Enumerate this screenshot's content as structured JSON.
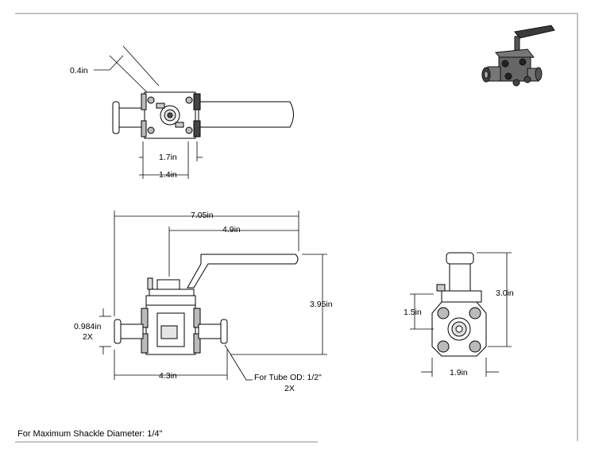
{
  "dimensions": {
    "top_view": {
      "chamfer": "0.4in",
      "width_a": "1.7in",
      "width_b": "1.4in"
    },
    "front_view": {
      "overall_length": "7.05in",
      "handle_length": "4.9in",
      "overall_height": "3.95in",
      "end_od_line1": "0.984in",
      "end_od_line2": "2X",
      "body_length": "4.3in",
      "tube_od_line1": "For Tube OD: 1/2\"",
      "tube_od_line2": "2X"
    },
    "side_view": {
      "height": "3.0in",
      "center_height": "1.5in",
      "width": "1.9in"
    }
  },
  "footnote": "For Maximum Shackle Diameter: 1/4\""
}
